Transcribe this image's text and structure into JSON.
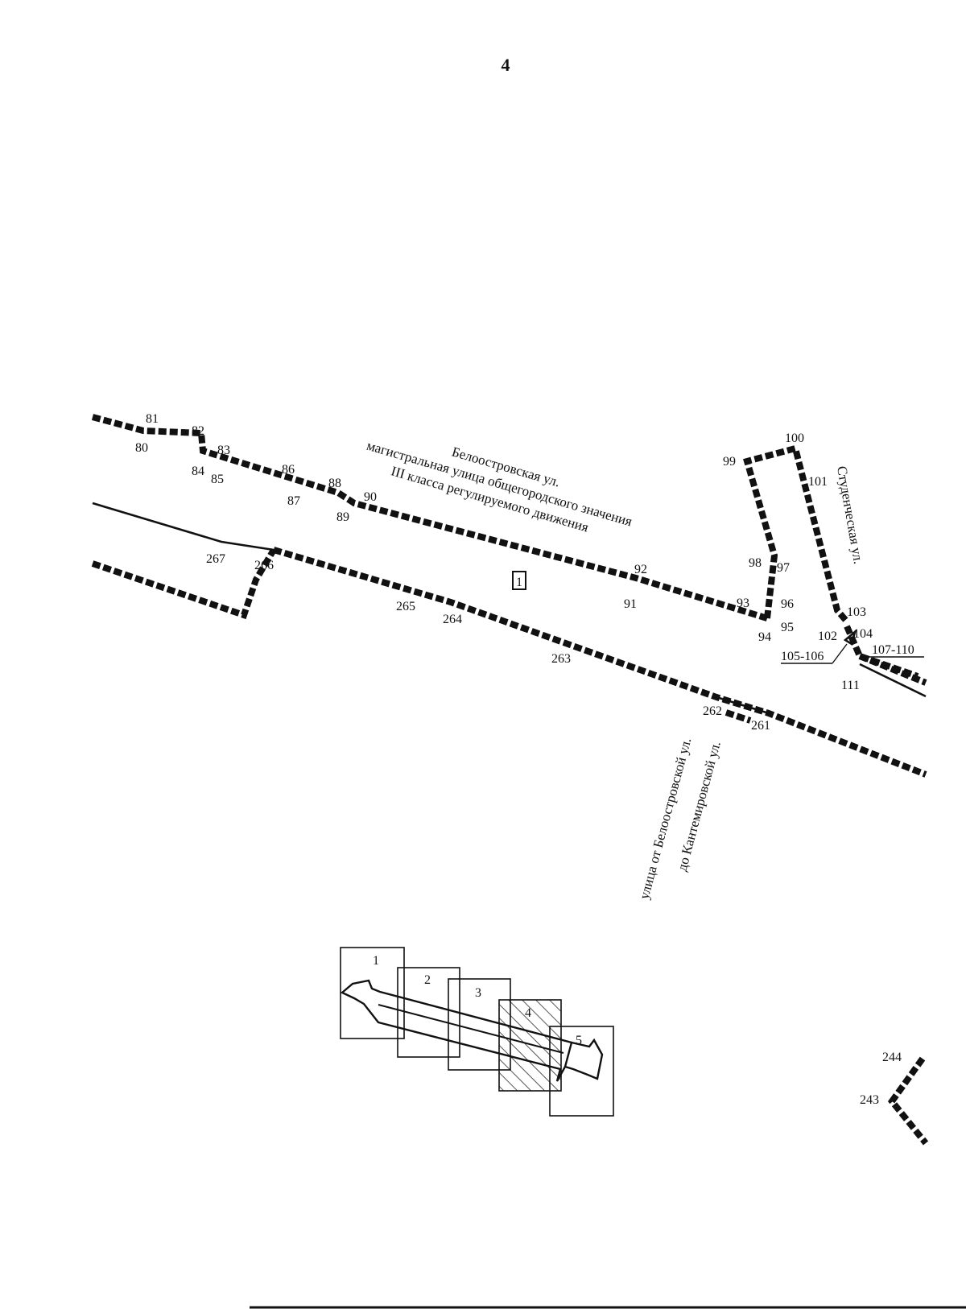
{
  "page": {
    "number": "4"
  },
  "streets": {
    "beloostrovskaya_name": "Белоостровская ул.",
    "beloostrovskaya_line1": "магистральная улица общегородского значения",
    "beloostrovskaya_line2": "III класса регулируемого движения",
    "studencheskaya": "Студенческая ул.",
    "connector_line1": "улица от Белоостровской ул.",
    "connector_line2": "до Кантемировской ул."
  },
  "zone_label": "1",
  "points": {
    "p80": "80",
    "p81": "81",
    "p82": "82",
    "p83": "83",
    "p84": "84",
    "p85": "85",
    "p86": "86",
    "p87": "87",
    "p88": "88",
    "p89": "89",
    "p90": "90",
    "p91": "91",
    "p92": "92",
    "p93": "93",
    "p94": "94",
    "p95": "95",
    "p96": "96",
    "p97": "97",
    "p98": "98",
    "p99": "99",
    "p100": "100",
    "p101": "101",
    "p102": "102",
    "p103": "103",
    "p104": "104",
    "p105_106": "105-106",
    "p107_110": "107-110",
    "p111": "111",
    "p243": "243",
    "p244": "244",
    "p261": "261",
    "p262": "262",
    "p263": "263",
    "p264": "264",
    "p265": "265",
    "p266": "266",
    "p267": "267"
  },
  "key_map": {
    "sheets": [
      "1",
      "2",
      "3",
      "4",
      "5"
    ],
    "current_sheet": "4"
  }
}
